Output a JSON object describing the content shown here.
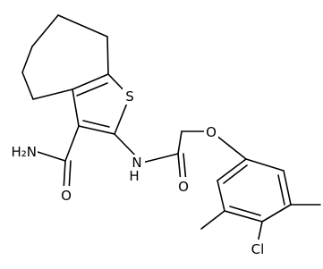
{
  "molecule": {
    "atoms": {
      "sulfur": "S",
      "amide_nitrogen": "N",
      "amide_hydrogen": "H",
      "carboxamide_group": "H₂N",
      "carboxamide_oxygen": "O",
      "acetamide_oxygen": "O",
      "ether_oxygen": "O",
      "chlorine": "Cl"
    }
  }
}
